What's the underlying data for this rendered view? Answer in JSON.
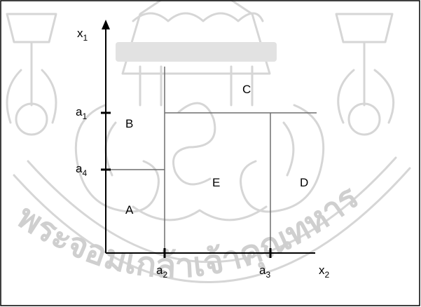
{
  "watermark": {
    "arc_text": "พระจอมเกล้าเจ้าคุณทหาร"
  },
  "axes": {
    "x_axis": {
      "base": "x",
      "sub": "2"
    },
    "y_axis": {
      "base": "x",
      "sub": "1"
    }
  },
  "ticks": {
    "a1": {
      "base": "a",
      "sub": "1"
    },
    "a4": {
      "base": "a",
      "sub": "4"
    },
    "a2": {
      "base": "a",
      "sub": "2"
    },
    "a3": {
      "base": "a",
      "sub": "3"
    }
  },
  "regions": {
    "A": "A",
    "B": "B",
    "C": "C",
    "D": "D",
    "E": "E"
  },
  "colors": {
    "watermark": "#d6d6d6",
    "boundary": "#6f6f6f",
    "axis": "#000000"
  }
}
